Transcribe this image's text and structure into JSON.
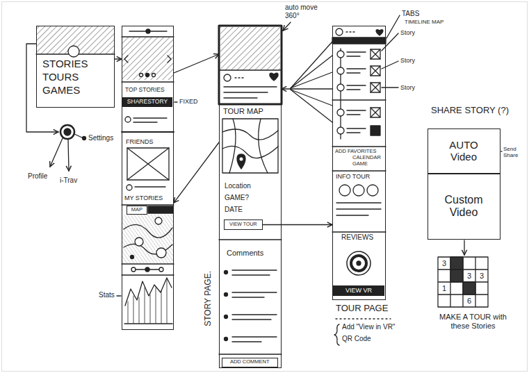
{
  "diagram": {
    "nodes": [
      {
        "text": [
          "STORIES",
          "TOURS",
          "GAMES"
        ]
      },
      {
        "text": [
          "TOP STORIES",
          "FRIENDS",
          "MY STORIES"
        ]
      },
      {
        "text": [
          "SHARESTORY"
        ],
        "in": 1
      },
      {
        "text": [
          "MAP"
        ],
        "in": 1
      },
      {
        "text": [
          "TOUR MAP",
          "Location",
          "GAME?",
          "DATE",
          "Comments"
        ]
      },
      {
        "text": [
          "VIEW TOUR"
        ],
        "in": 4
      },
      {
        "text": [
          "ADD COMMENT"
        ],
        "in": 4
      },
      {
        "text": [
          "ADD FAVORITES",
          "CALENDAR",
          "GAME",
          "INFO TOUR",
          "REVIEWS"
        ]
      },
      {
        "text": [
          "VIEW VR"
        ],
        "in": 7
      },
      {
        "text": [
          "AUTO Video"
        ]
      },
      {
        "text": [
          "Custom Video"
        ]
      }
    ],
    "edges": [
      {
        "from": 0,
        "to": 1,
        "arrow": "to"
      },
      {
        "from": 1,
        "to": 4,
        "arrow": "to"
      },
      {
        "from": 4,
        "to": 1,
        "arrow": "to"
      },
      {
        "from": 7,
        "to": 4,
        "arrow": "to"
      },
      {
        "from": 5,
        "to": 7,
        "arrow": "to"
      }
    ],
    "labels": [
      "Settings",
      "Profile",
      "i-Trav",
      "FIXED",
      "Stats",
      "auto move 360°",
      "STORY PAGE.",
      "TABS",
      "TIMELINE MAP",
      "Story",
      "Story",
      "Story",
      "TOUR PAGE",
      "Add \"View in VR\"",
      "QR Code",
      "SHARE STORY (?)",
      "Send Share",
      "3",
      "3",
      "3",
      "1",
      "6",
      "MAKE A TOUR with these Stories"
    ]
  }
}
